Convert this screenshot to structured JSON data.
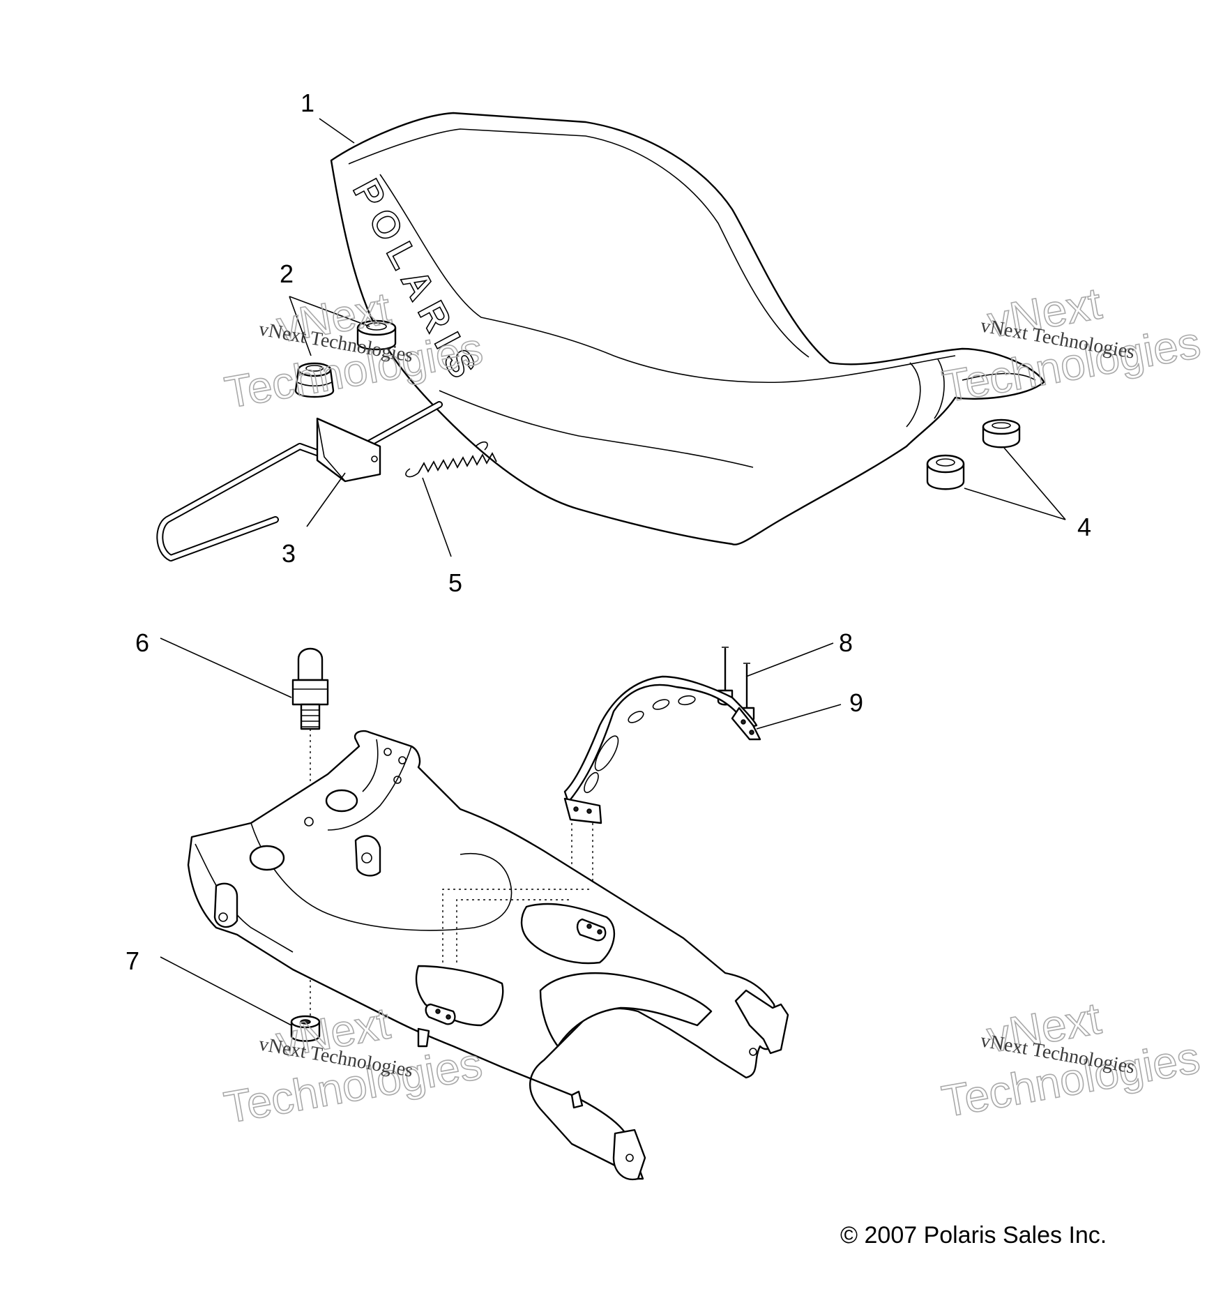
{
  "callouts": [
    {
      "id": "1",
      "label": "1"
    },
    {
      "id": "2",
      "label": "2"
    },
    {
      "id": "3",
      "label": "3"
    },
    {
      "id": "4",
      "label": "4"
    },
    {
      "id": "5",
      "label": "5"
    },
    {
      "id": "6",
      "label": "6"
    },
    {
      "id": "7",
      "label": "7"
    },
    {
      "id": "8",
      "label": "8"
    },
    {
      "id": "9",
      "label": "9"
    }
  ],
  "seat_logo": "POLARIS",
  "watermark": {
    "small": "vNext Technologies",
    "big_top": "vNext",
    "big_bottom": "Technologies"
  },
  "copyright": "© 2007 Polaris Sales Inc."
}
